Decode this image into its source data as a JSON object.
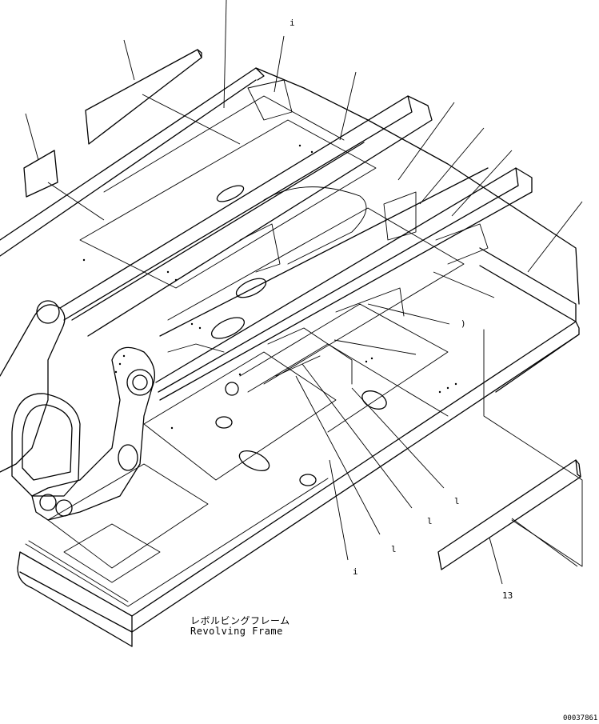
{
  "drawing": {
    "caption_ja": "レボルビングフレーム",
    "caption_en": "Revolving Frame",
    "drawing_number": "00037861",
    "callouts": [
      {
        "id": "c1",
        "text": "i"
      },
      {
        "id": "c2",
        "text": ")"
      },
      {
        "id": "c3",
        "text": "l"
      },
      {
        "id": "c4",
        "text": "l"
      },
      {
        "id": "c5",
        "text": "l"
      },
      {
        "id": "c6",
        "text": "i"
      },
      {
        "id": "c7",
        "text": "13"
      }
    ]
  }
}
